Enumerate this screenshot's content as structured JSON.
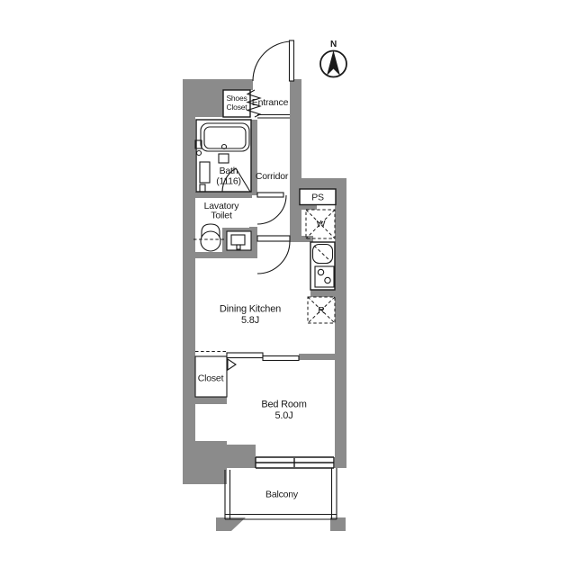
{
  "floorplan": {
    "compass": {
      "label": "N"
    },
    "rooms": {
      "shoes_closet": {
        "line1": "Shoes",
        "line2": "Closet"
      },
      "entrance": {
        "label": "Entrance"
      },
      "bath": {
        "line1": "Bath",
        "line2": "(1116)"
      },
      "corridor": {
        "label": "Corridor"
      },
      "lavatory_toilet": {
        "line1": "Lavatory",
        "line2": "Toilet"
      },
      "pipe_space": {
        "label": "PS"
      },
      "washer_space": {
        "label": "W"
      },
      "refrigerator_space": {
        "label": "R"
      },
      "dining_kitchen": {
        "line1": "Dining Kitchen",
        "line2": "5.8J"
      },
      "closet": {
        "label": "Closet"
      },
      "bedroom": {
        "line1": "Bed Room",
        "line2": "5.0J"
      },
      "balcony": {
        "label": "Balcony"
      }
    },
    "colors": {
      "wall": "#8b8b8b",
      "line": "#1a1a1a",
      "text": "#1a1a1a",
      "background": "#ffffff"
    }
  }
}
